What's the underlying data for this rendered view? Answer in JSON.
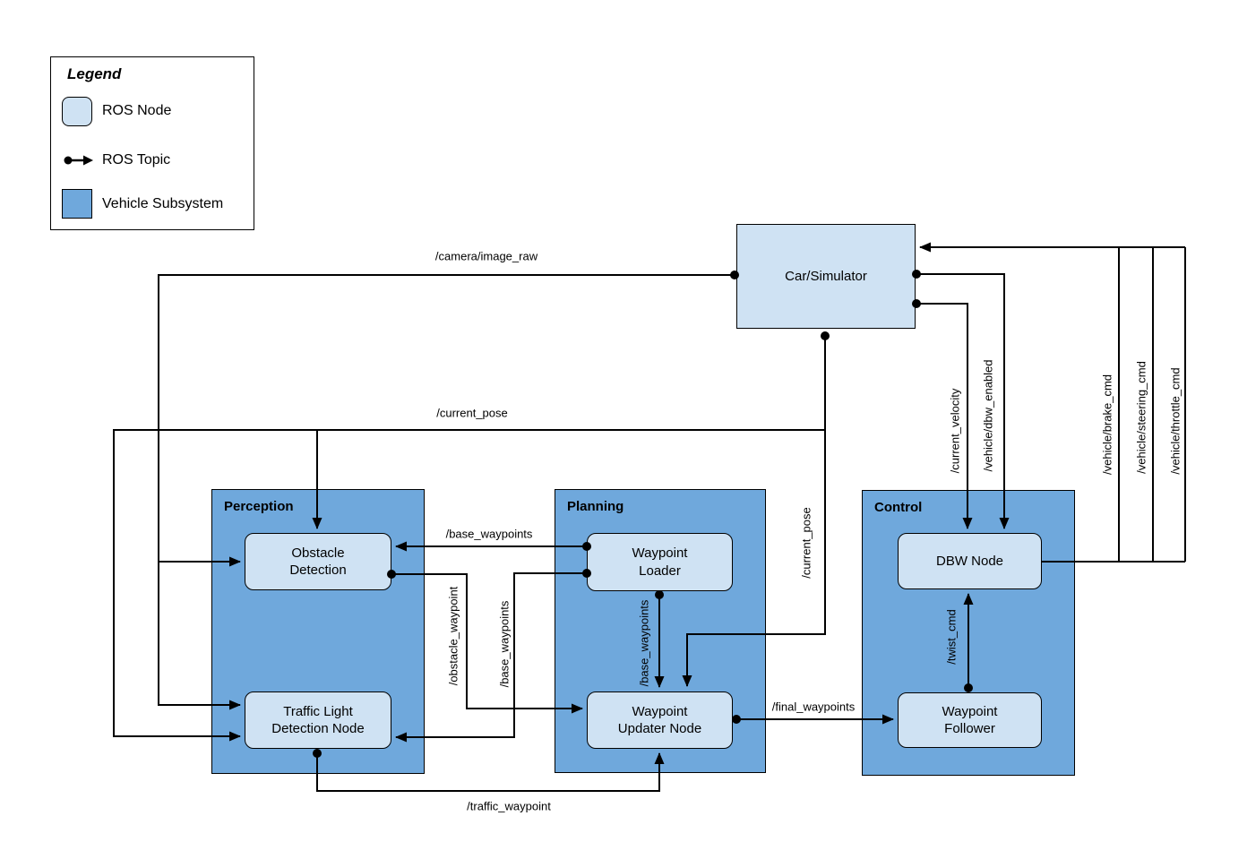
{
  "diagram": {
    "legend": {
      "title": "Legend",
      "items": [
        {
          "label": "ROS Node",
          "swatch": "ros-node"
        },
        {
          "label": "ROS Topic",
          "swatch": "ros-topic-arrow"
        },
        {
          "label": "Vehicle Subsystem",
          "swatch": "vehicle-subsystem"
        }
      ]
    },
    "subsystems": {
      "perception": {
        "title": "Perception"
      },
      "planning": {
        "title": "Planning"
      },
      "control": {
        "title": "Control"
      }
    },
    "nodes": {
      "car_simulator": {
        "label": "Car/Simulator"
      },
      "obstacle_detection": {
        "label": "Obstacle Detection"
      },
      "traffic_light_detection": {
        "label": "Traffic Light Detection Node"
      },
      "waypoint_loader": {
        "label": "Waypoint Loader"
      },
      "waypoint_updater": {
        "label": "Waypoint Updater Node"
      },
      "dbw_node": {
        "label": "DBW Node"
      },
      "waypoint_follower": {
        "label": "Waypoint Follower"
      }
    },
    "topics": {
      "camera_image_raw": "/camera/image_raw",
      "current_pose": "/current_pose",
      "base_waypoints": "/base_waypoints",
      "obstacle_waypoint": "/obstacle_waypoint",
      "traffic_waypoint": "/traffic_waypoint",
      "final_waypoints": "/final_waypoints",
      "twist_cmd": "/twist_cmd",
      "current_velocity": "/current_velocity",
      "vehicle_dbw_enabled": "/vehicle/dbw_enabled",
      "vehicle_brake_cmd": "/vehicle/brake_cmd",
      "vehicle_steering_cmd": "/vehicle/steering_cmd",
      "vehicle_throttle_cmd": "/vehicle/throttle_cmd"
    },
    "edges": [
      {
        "topic": "/camera/image_raw",
        "from": "Car/Simulator",
        "to": [
          "Obstacle Detection",
          "Traffic Light Detection Node"
        ]
      },
      {
        "topic": "/current_pose",
        "from": "Car/Simulator",
        "to": [
          "Obstacle Detection",
          "Traffic Light Detection Node",
          "Waypoint Updater Node"
        ]
      },
      {
        "topic": "/base_waypoints",
        "from": "Waypoint Loader",
        "to": [
          "Obstacle Detection",
          "Traffic Light Detection Node",
          "Waypoint Updater Node"
        ]
      },
      {
        "topic": "/obstacle_waypoint",
        "from": "Obstacle Detection",
        "to": [
          "Waypoint Updater Node"
        ]
      },
      {
        "topic": "/traffic_waypoint",
        "from": "Traffic Light Detection Node",
        "to": [
          "Waypoint Updater Node"
        ]
      },
      {
        "topic": "/final_waypoints",
        "from": "Waypoint Updater Node",
        "to": [
          "Waypoint Follower"
        ]
      },
      {
        "topic": "/twist_cmd",
        "from": "Waypoint Follower",
        "to": [
          "DBW Node"
        ]
      },
      {
        "topic": "/current_velocity",
        "from": "Car/Simulator",
        "to": [
          "DBW Node"
        ]
      },
      {
        "topic": "/vehicle/dbw_enabled",
        "from": "Car/Simulator",
        "to": [
          "DBW Node"
        ]
      },
      {
        "topic": "/vehicle/brake_cmd",
        "from": "DBW Node",
        "to": [
          "Car/Simulator"
        ]
      },
      {
        "topic": "/vehicle/steering_cmd",
        "from": "DBW Node",
        "to": [
          "Car/Simulator"
        ]
      },
      {
        "topic": "/vehicle/throttle_cmd",
        "from": "DBW Node",
        "to": [
          "Car/Simulator"
        ]
      }
    ],
    "colors": {
      "ros_node_fill": "#cfe2f3",
      "vehicle_subsystem_fill": "#6fa8dc",
      "line": "#000000",
      "background": "#ffffff"
    }
  }
}
